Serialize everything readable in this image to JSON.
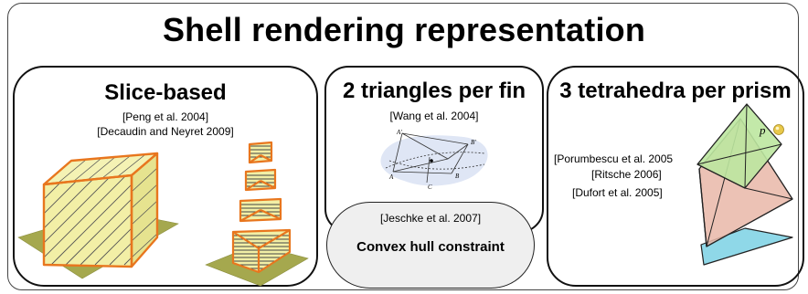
{
  "title": "Shell rendering representation",
  "panels": {
    "slice": {
      "title": "Slice-based",
      "refs": [
        "[Peng et al. 2004]",
        "[Decaudin and Neyret 2009]"
      ]
    },
    "triangles": {
      "title": "2 triangles per fin",
      "refs": [
        "[Wang et al. 2004]"
      ],
      "figure_labels": [
        "A'",
        "B'",
        "A",
        "B",
        "C"
      ]
    },
    "hull": {
      "ref": "[Jeschke et al. 2007]",
      "title": "Convex hull constraint"
    },
    "tetrahedra": {
      "title": "3 tetrahedra per prism",
      "refs": [
        "[Porumbescu et al. 2005",
        "[Ritsche 2006]",
        "[Dufort et al. 2005]"
      ],
      "point_label": "p"
    }
  },
  "colors": {
    "outline_orange": "#e8761e",
    "cube_fill": "#f2efa6",
    "ground": "#a5a84e",
    "prism_green": "#bde7a0",
    "prism_red": "#e9b7a8",
    "prism_cyan": "#8fd8e8"
  }
}
